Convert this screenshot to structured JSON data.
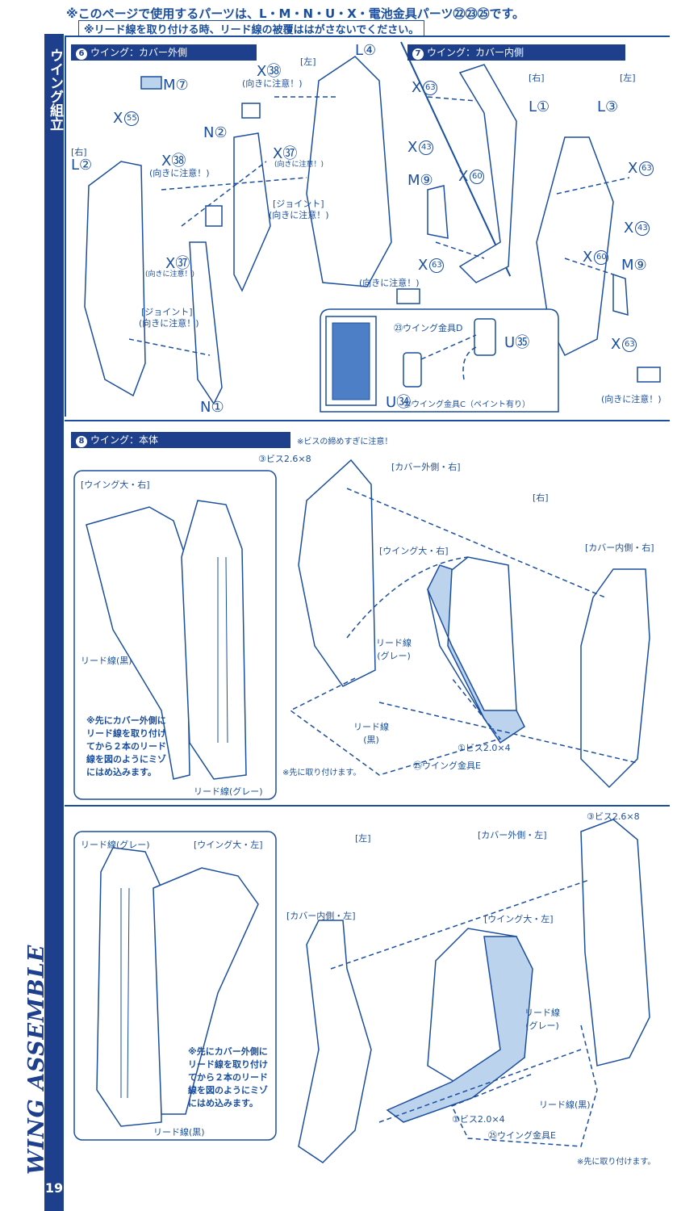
{
  "header": {
    "notice_parts": "※このページで使用するパーツは、L・M・N・U・X・電池金具パーツ㉒㉓㉕です。",
    "notice_lead": "※リード線を取り付ける時、リード線の被覆ははがさないでください。"
  },
  "sidebar": {
    "section_jp": "ウイング組立",
    "section_en": "WING ASSEMBLE",
    "page_number": "19"
  },
  "step6": {
    "number": "6",
    "title": "ウイング：カバー外側",
    "left_tag": "[左]",
    "right_tag": "[右]",
    "caution": "(向きに注意！)",
    "joint": "[ジョイント]",
    "parts": {
      "L4": {
        "l": "L",
        "n": "④"
      },
      "X38": {
        "l": "X",
        "n": "㊳"
      },
      "M7": {
        "l": "M",
        "n": "⑦"
      },
      "X55": {
        "l": "X",
        "n": "55"
      },
      "N2": {
        "l": "N",
        "n": "②"
      },
      "L2": {
        "l": "L",
        "n": "②"
      },
      "X37": {
        "l": "X",
        "n": "㊲"
      },
      "N1": {
        "l": "N",
        "n": "①"
      }
    }
  },
  "step7": {
    "number": "7",
    "title": "ウイング：カバー内側",
    "left_tag": "[左]",
    "right_tag": "[右]",
    "caution": "(向きに注意！)",
    "parts": {
      "X63": {
        "l": "X",
        "n": "63"
      },
      "L1": {
        "l": "L",
        "n": "①"
      },
      "L3": {
        "l": "L",
        "n": "③"
      },
      "X43": {
        "l": "X",
        "n": "43"
      },
      "M9": {
        "l": "M",
        "n": "⑨"
      },
      "X60": {
        "l": "X",
        "n": "60"
      },
      "U35": {
        "l": "U",
        "n": "㉟"
      },
      "U34": {
        "l": "U",
        "n": "㉞"
      }
    },
    "fitting_d": "㉓ウイング金具D",
    "fitting_c": "㉒ウイング金具C（ペイント有り）"
  },
  "step8": {
    "number": "8",
    "title": "ウイング：本体",
    "screw_caution": "※ビスの締めすぎに注意！",
    "right": {
      "wing_large": "[ウイング大・右]",
      "lead_black": "リード線(黒)",
      "lead_gray": "リード線(グレー)",
      "note": "※先にカバー外側にリード線を取り付けてから２本のリード線を図のようにミゾにはめ込みます。",
      "screw_26": "③ビス2.6×8",
      "cover_outer": "[カバー外側・右]",
      "tag": "[右]",
      "cover_inner": "[カバー内側・右]",
      "lead_gray_stack": "リード線\n(グレー)",
      "lead_black_stack": "リード線\n(黒)",
      "screw_20": "①ビス2.0×4",
      "fitting_e": "㉕ウイング金具E",
      "attach_first": "※先に取り付けます。"
    },
    "left": {
      "wing_large": "[ウイング大・左]",
      "lead_black": "リード線(黒)",
      "lead_gray": "リード線(グレー)",
      "note": "※先にカバー外側にリード線を取り付けてから２本のリード線を図のようにミゾにはめ込みます。",
      "screw_26": "③ビス2.6×8",
      "cover_outer": "[カバー外側・左]",
      "tag": "[左]",
      "cover_inner": "[カバー内側・左]",
      "lead_gray_stack": "リード線\n(グレー)",
      "screw_20": "①ビス2.0×4",
      "fitting_e": "㉕ウイング金具E",
      "attach_first": "※先に取り付けます。"
    }
  },
  "colors": {
    "brand_blue": "#1d3f8c",
    "line_blue": "#1b4f9e",
    "part_fill": "#bcd3ee"
  }
}
